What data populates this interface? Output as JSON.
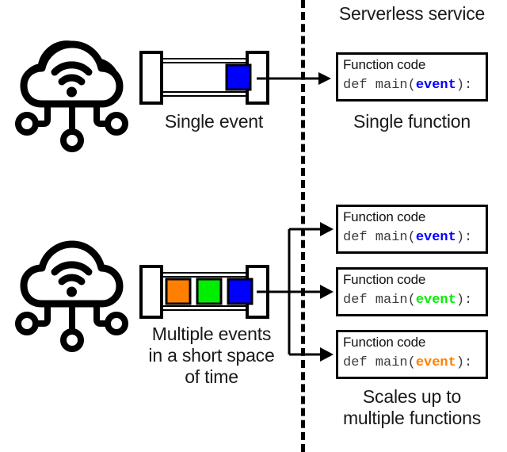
{
  "diagram": {
    "title_right": "Serverless service",
    "divider": {
      "style": "dashed-vertical",
      "color": "#000000"
    }
  },
  "colors": {
    "event_blue": "#0000FF",
    "event_green": "#00EE00",
    "event_orange": "#FF8000",
    "outline": "#000000",
    "code_text": "#3C3C3C",
    "background": "#FFFFFF"
  },
  "top_row": {
    "source_icon": "cloud-wifi-icon",
    "pipe": {
      "name": "event-pipe",
      "events": [
        {
          "index": 0,
          "color": "#0000FF",
          "position": "right"
        }
      ]
    },
    "pipe_caption": "Single event",
    "arrow": "arrow-right",
    "function_boxes": [
      {
        "title": "Function code",
        "code_prefix": "def main(",
        "code_keyword": "event",
        "code_suffix": "):",
        "keyword_color": "#0000FF"
      }
    ],
    "boxes_caption": "Single function"
  },
  "bottom_row": {
    "source_icon": "cloud-wifi-icon",
    "pipe": {
      "name": "event-pipe",
      "events": [
        {
          "index": 0,
          "color": "#FF8000",
          "position": "left"
        },
        {
          "index": 1,
          "color": "#00EE00",
          "position": "middle"
        },
        {
          "index": 2,
          "color": "#0000FF",
          "position": "right"
        }
      ]
    },
    "pipe_caption": "Multiple events\nin a short space\nof time",
    "arrow": "branching-arrow-three-way",
    "function_boxes": [
      {
        "title": "Function code",
        "code_prefix": "def main(",
        "code_keyword": "event",
        "code_suffix": "):",
        "keyword_color": "#0000FF"
      },
      {
        "title": "Function code",
        "code_prefix": "def main(",
        "code_keyword": "event",
        "code_suffix": "):",
        "keyword_color": "#00EE00"
      },
      {
        "title": "Function code",
        "code_prefix": "def main(",
        "code_keyword": "event",
        "code_suffix": "):",
        "keyword_color": "#FF8000"
      }
    ],
    "boxes_caption": "Scales up to\nmultiple functions"
  }
}
